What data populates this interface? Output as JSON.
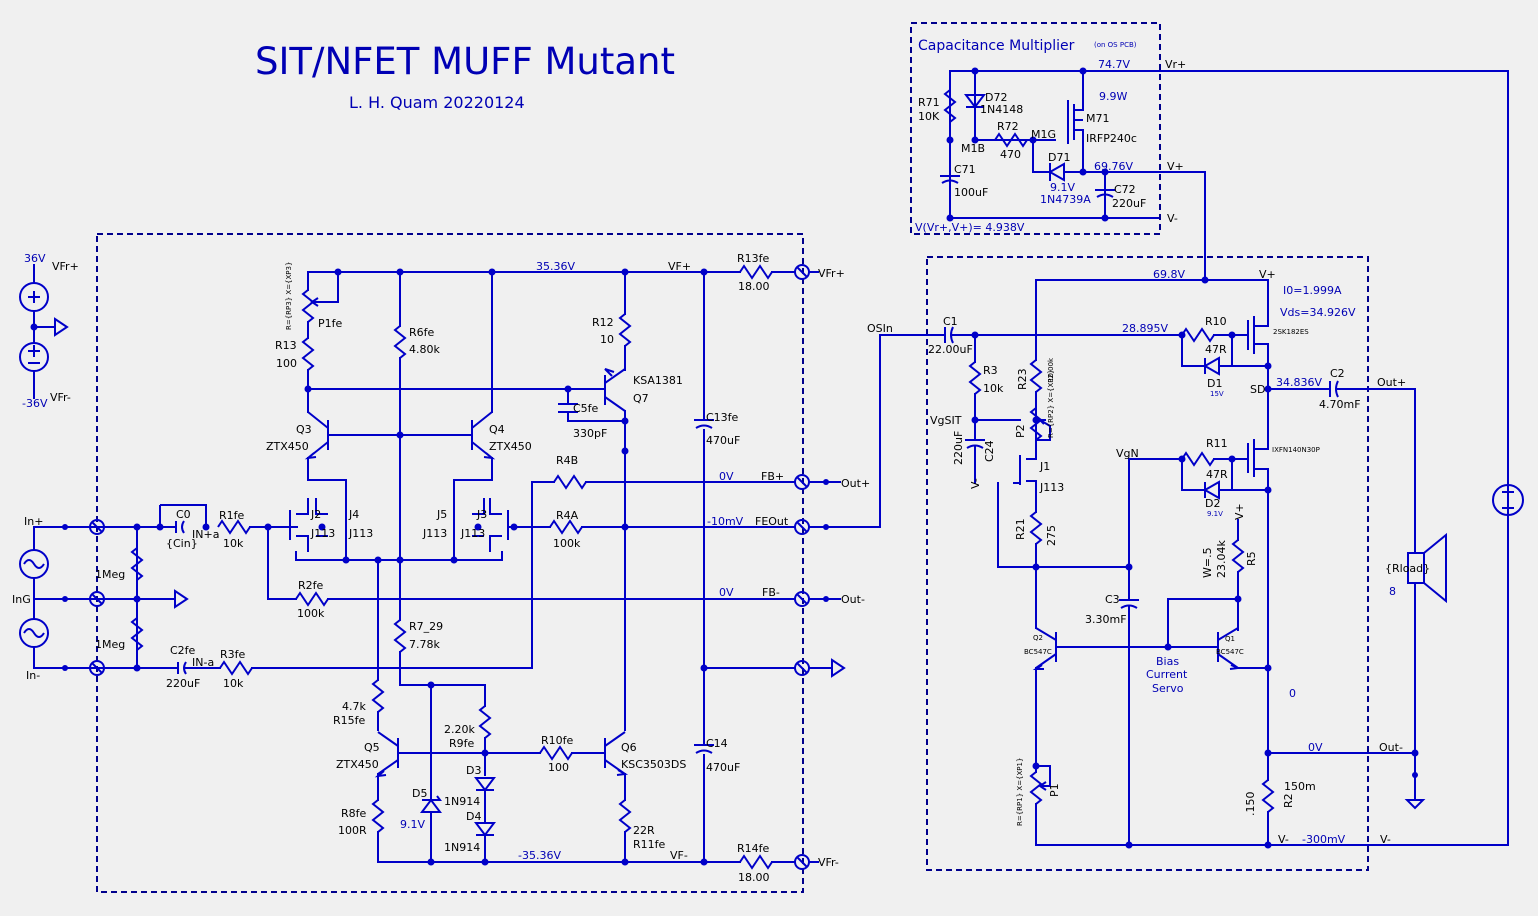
{
  "title": "SIT/NFET MUFF Mutant",
  "author": "L. H. Quam  20220124",
  "cap_mult": {
    "title": "Capacitance Multiplier",
    "note": "(on OS PCB)",
    "v_rplus_label": "74.7V",
    "rplus_net": "Vr+",
    "power": "9.9W",
    "vplus_val": "69.76V",
    "vplus_net": "V+",
    "vminus_net": "V-",
    "diff": "V(Vr+,V+)= 4.938V",
    "R71": "R71",
    "R71_val": "10K",
    "D72": "D72",
    "D72_val": "1N4148",
    "R72": "R72",
    "R72_val": "470",
    "M71": "M71",
    "M71_val": "IRFP240c",
    "M1B": "M1B",
    "M1G": "M1G",
    "D71": "D71",
    "D71_val": "9.1V",
    "D71_part": "1N4739A",
    "C71": "C71",
    "C71_val": "100uF",
    "C72": "C72",
    "C72_val": "220uF"
  },
  "supply": {
    "p36": "36V",
    "m36": "-36V",
    "vfrp": "VFr+",
    "vfrm": "VFr-"
  },
  "inputs": {
    "inp": "In+",
    "ing": "InG",
    "inm": "In-",
    "r_top": "1Meg",
    "r_bot": "1Meg"
  },
  "fe": {
    "rail_top": "35.36V",
    "rail_bot": "-35.36V",
    "vfp": "VF+",
    "vfm": "VF-",
    "R13fe": "R13fe",
    "R13fe_val": "18.00",
    "R14fe": "R14fe",
    "R14fe_val": "18.00",
    "vfrp": "VFr+",
    "vfrm": "VFr-",
    "C0": "C0",
    "C0_val": "{Cin}",
    "INpa": "IN+a",
    "R1fe": "R1fe",
    "R1fe_val": "10k",
    "C2fe": "C2fe",
    "C2fe_val": "220uF",
    "INma": "IN-a",
    "R3fe": "R3fe",
    "R3fe_val": "10k",
    "P1fe": "P1fe",
    "P1fe_param": "R={RP3} X={XP3}",
    "R13": "R13",
    "R13_val": "100",
    "R6fe": "R6fe",
    "R6fe_val": "4.80k",
    "R12": "R12",
    "R12_val": "10",
    "Q7": "Q7",
    "Q7_part": "KSA1381",
    "C5fe": "C5fe",
    "C5fe_val": "330pF",
    "Q3": "Q3",
    "Q3_part": "ZTX450",
    "Q4": "Q4",
    "Q4_part": "ZTX450",
    "J2": "J2",
    "J4": "J4",
    "J5": "J5",
    "J3": "J3",
    "J113": "J113",
    "R4B": "R4B",
    "R4A": "R4A",
    "R4A_val": "100k",
    "R2fe": "R2fe",
    "R2fe_val": "100k",
    "fbp_v": "0V",
    "fbp": "FB+",
    "outp": "Out+",
    "feo_v": "-10mV",
    "feo": "FEOut",
    "fbm_v": "0V",
    "fbm": "FB-",
    "outm": "Out-",
    "C13fe": "C13fe",
    "C13fe_val": "470uF",
    "C14": "C14",
    "C14_val": "470uF",
    "R7": "R7_29",
    "R7_val": "7.78k",
    "R15fe": "R15fe",
    "R15fe_val": "4.7k",
    "R9fe": "R9fe",
    "R9fe_val": "2.20k",
    "Q5": "Q5",
    "Q5_part": "ZTX450",
    "R10fe": "R10fe",
    "R10fe_val": "100",
    "Q6": "Q6",
    "Q6_part": "KSC3503DS",
    "D3": "D3",
    "D4": "D4",
    "D34_part": "1N914",
    "D5": "D5",
    "D5_val": "9.1V",
    "R8fe": "R8fe",
    "R8fe_val": "100R",
    "R11fe": "R11fe",
    "R11fe_val": "22R"
  },
  "os": {
    "osin": "OSIn",
    "C1": "C1",
    "C1_val": "22.00uF",
    "v69": "69.8V",
    "vplus": "V+",
    "I0": "I0=1.999A",
    "Vds": "Vds=34.926V",
    "v28": "28.895V",
    "R10": "R10",
    "R10_val": "47R",
    "D1": "D1",
    "D1_val": "15V",
    "Mtop": "2SK182ES",
    "sd": "SD",
    "v34": "34.836V",
    "C2": "C2",
    "C2_val": "4.70mF",
    "outp": "Out+",
    "R3": "R3",
    "R3_val": "10k",
    "R23": "R23",
    "R23_val": "10.00k",
    "VgSIT": "VgSIT",
    "P2": "P2",
    "P2_param": "R={RP2} X={XP2}",
    "C24": "C24",
    "C24_val": "220uF",
    "vminus": "V-",
    "J1": "J1",
    "J1_part": "J113",
    "VgN": "VgN",
    "R11": "R11",
    "R11_val": "47R",
    "Mbot": "IXFN140N30P",
    "D2": "D2",
    "D2_val": "9.1V",
    "R21": "R21",
    "R21_val": "275",
    "W": "W=.5",
    "R5": "R5",
    "R5_val": "23.04k",
    "C3": "C3",
    "C3_val": "3.30mF",
    "Q2": "Q2",
    "Q2_part": "BC547C",
    "Q1": "Q1",
    "Q1_part": "BC547C",
    "servo1": "Bias",
    "servo2": "Current",
    "servo3": "Servo",
    "zero": "0",
    "out0": "0V",
    "outm": "Out-",
    "P1": "P1",
    "P1_param": "R={RP1} X={XP1}",
    "R2": "R2",
    "R2_val": "150m",
    "R2_side": ".150",
    "vm_net": "V-",
    "vm_val": "-300mV",
    "vm_net2": "V-",
    "rload": "{Rload}",
    "rload_val": "8"
  }
}
